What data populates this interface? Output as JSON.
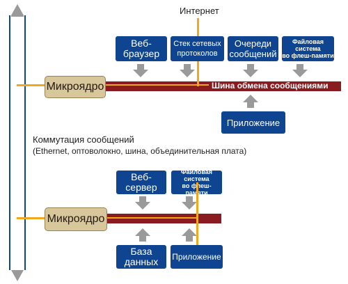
{
  "colors": {
    "box": "#0e4490",
    "bus": "#8a1b1e",
    "line": "#f2a81e",
    "microkernel": "#d8c79a",
    "arrow": "#9a9a9a",
    "rail": "#0e4490"
  },
  "internet_label": "Интернет",
  "top": {
    "microkernel": "Микроядро",
    "bus_label": "Шина обмена сообщениями",
    "modules": [
      "Веб-\nбраузер",
      "Стек сетевых\nпротоколов",
      "Очереди\nсообщений",
      "Файловая\nсистема\nво флеш-памяти"
    ],
    "application": "Приложение"
  },
  "switching": {
    "title": "Коммутация сообщений",
    "subtitle": "(Ethernet, оптоволокно, шина, объединительная плата)"
  },
  "bottom": {
    "microkernel": "Микроядро",
    "modules": [
      "Веб-\nсервер",
      "Файловая\nсистема\nво флеш-памяти"
    ],
    "apps": [
      "База\nданных",
      "Приложение"
    ]
  }
}
